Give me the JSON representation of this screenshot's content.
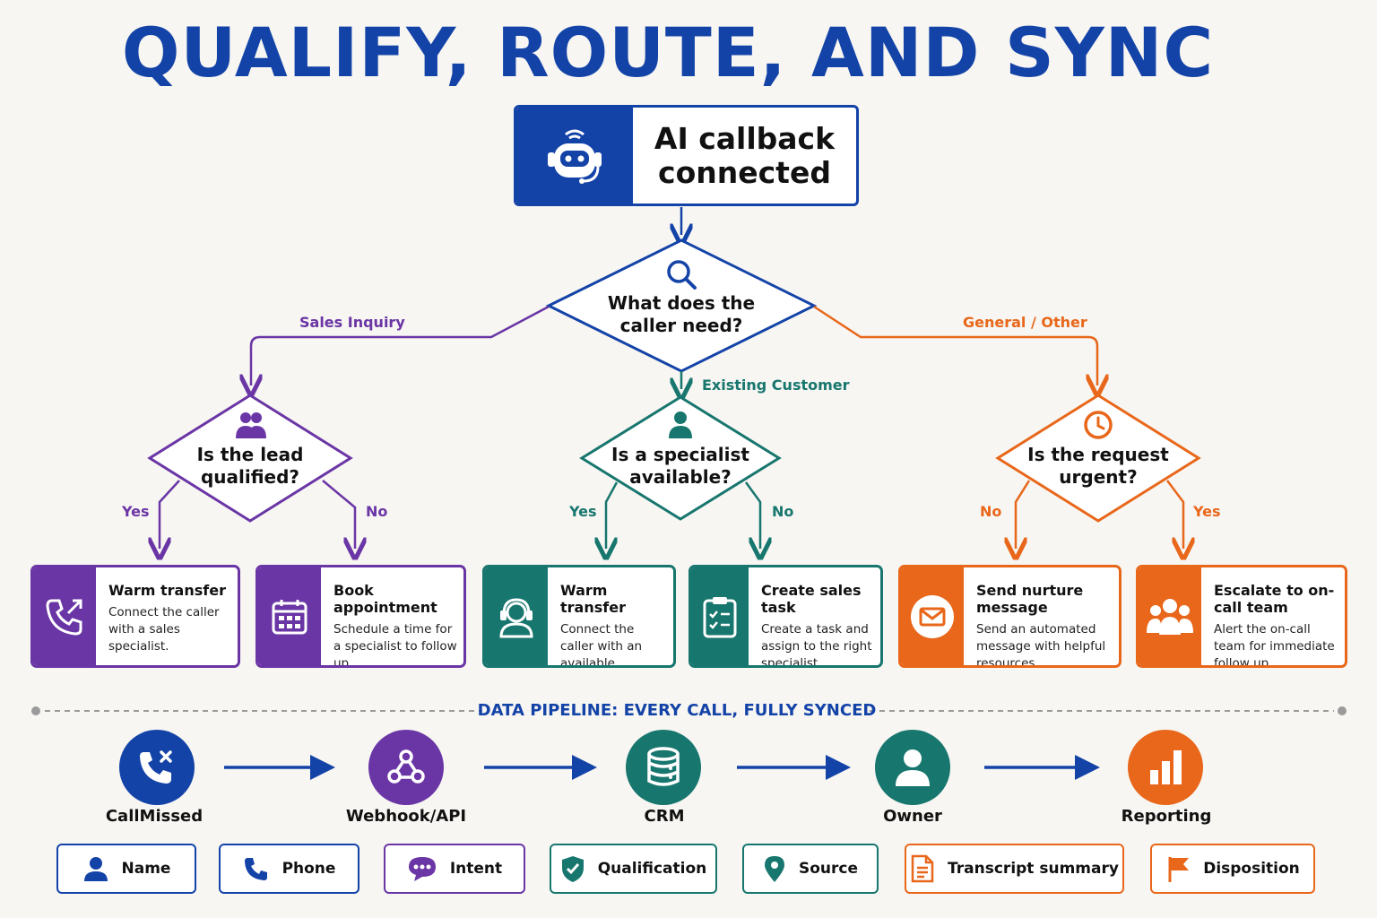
{
  "title": "QUALIFY, ROUTE, AND SYNC",
  "start_node": {
    "label": "AI callback connected",
    "icon": "robot-icon"
  },
  "root_question": {
    "text": "What does the caller need?",
    "icon": "magnifier-icon"
  },
  "branches": {
    "sales": {
      "label": "Sales Inquiry",
      "color": "#6a35a5",
      "question": "Is the lead qualified?",
      "icon": "people-icon",
      "yes_label": "Yes",
      "no_label": "No",
      "yes_card": {
        "title": "Warm transfer",
        "desc": "Connect the caller with a sales specialist.",
        "icon": "phone-transfer-icon"
      },
      "no_card": {
        "title": "Book appointment",
        "desc": "Schedule a time for a specialist to follow up.",
        "icon": "calendar-icon"
      }
    },
    "existing": {
      "label": "Existing Customer",
      "color": "#17766e",
      "question": "Is a specialist available?",
      "icon": "person-icon",
      "yes_label": "Yes",
      "no_label": "No",
      "yes_card": {
        "title": "Warm transfer",
        "desc": "Connect the caller with an available specialist.",
        "icon": "headset-icon"
      },
      "no_card": {
        "title": "Create sales task",
        "desc": "Create a task and assign to the right specialist.",
        "icon": "clipboard-icon"
      }
    },
    "general": {
      "label": "General / Other",
      "color": "#e8671a",
      "question": "Is the request urgent?",
      "icon": "clock-icon",
      "no_label": "No",
      "yes_label": "Yes",
      "no_card": {
        "title": "Send nurture message",
        "desc": "Send an automated message with helpful resources.",
        "icon": "envelope-icon"
      },
      "yes_card": {
        "title": "Escalate to on-call team",
        "desc": "Alert the on-call team for immediate follow up.",
        "icon": "team-icon"
      }
    }
  },
  "pipeline": {
    "title": "DATA PIPELINE: EVERY CALL, FULLY SYNCED",
    "nodes": [
      {
        "label": "CallMissed",
        "icon": "missed-call-icon",
        "color": "#1443a8"
      },
      {
        "label": "Webhook/API",
        "icon": "webhook-icon",
        "color": "#6a35a5"
      },
      {
        "label": "CRM",
        "icon": "database-icon",
        "color": "#17766e"
      },
      {
        "label": "Owner",
        "icon": "user-icon",
        "color": "#17766e"
      },
      {
        "label": "Reporting",
        "icon": "bar-chart-icon",
        "color": "#e8671a"
      }
    ],
    "fields": [
      {
        "label": "Name",
        "icon": "user-icon",
        "color": "#1443a8"
      },
      {
        "label": "Phone",
        "icon": "phone-icon",
        "color": "#1443a8"
      },
      {
        "label": "Intent",
        "icon": "chat-bubble-icon",
        "color": "#6a35a5"
      },
      {
        "label": "Qualification",
        "icon": "shield-check-icon",
        "color": "#17766e"
      },
      {
        "label": "Source",
        "icon": "map-pin-icon",
        "color": "#17766e"
      },
      {
        "label": "Transcript summary",
        "icon": "document-icon",
        "color": "#e8671a"
      },
      {
        "label": "Disposition",
        "icon": "flag-icon",
        "color": "#e8671a"
      }
    ]
  }
}
